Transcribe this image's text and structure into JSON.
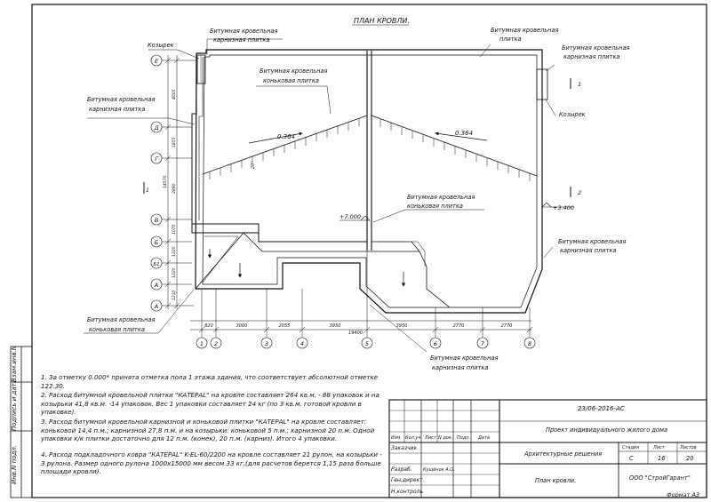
{
  "title": "ПЛАН КРОВЛИ.",
  "callouts": {
    "kozyrek_left": "Козырек",
    "kozyrek_right": "Козырек",
    "eaves_top_left": [
      "Битумная кровельная",
      "карнизная плитка"
    ],
    "eaves_left": [
      "Битумная кровельная",
      "карнизная плитка"
    ],
    "ridge_upper": [
      "Битумная кровельная",
      "коньковая  плитка"
    ],
    "top_right": [
      "Битумная кровельная",
      "плитка"
    ],
    "eaves_top_right": [
      "Битумная кровельная",
      "карнизная плитка"
    ],
    "ridge_middle": [
      "Битумная кровельная",
      "коньковая  плитка"
    ],
    "eaves_right": [
      "Битумная кровельная",
      "карнизная плитка"
    ],
    "ridge_bottom_left": [
      "Битумная кровельная",
      "коньковая  плитка"
    ],
    "eaves_bottom": [
      "Битумная кровельная",
      "карнизная плитка"
    ]
  },
  "slopes": {
    "left": "0.364",
    "right": "0.364"
  },
  "elevations": {
    "center": "+7.000",
    "right": "+3.400"
  },
  "section_marks": {
    "top_left": "1",
    "top_right": "1",
    "bottom_left": "2",
    "bottom_right": "2"
  },
  "angle_label": "20°",
  "row_axes": [
    "Е",
    "Д",
    "Г",
    "В",
    "Б",
    "Б1",
    "А",
    "А"
  ],
  "column_axes": [
    "1",
    "2",
    "3",
    "4",
    "5",
    "6",
    "7",
    "8"
  ],
  "vertical_dims": [
    "4005",
    "1855",
    "2890",
    "1075",
    "1220",
    "1220",
    "1235"
  ],
  "vertical_total": "14570",
  "horizontal_dims": [
    "820",
    "3000",
    "2055",
    "3950",
    "3950",
    "2770",
    "2770"
  ],
  "horizontal_total": "19400",
  "notes": [
    "1. За отметку 0.000* принята отметка пола 1 этажа здания, что соответствует абсолютной отметке 122.30.",
    "2. Расход битумной кровельной плитки \"КАТЕРАL\" на кровле составляет 264 кв.м. - 88 упаковок и на козырьки 41,8 кв.м. -14 упаковок. Вес 1 упаковки составляет  24 кг (по 3 кв.м. готовой кровли в упаковке).",
    "3. Расход битумной кровельной карнизной и коньковой плитки \"КАТЕРАL\" на кровле составляет: коньковой  14,4 п.м.; карнизной 27,8 п.м. и на козырьки: коньковой 5 п.м.; карнизной 20 п.м. Одной упаковки к/к плитки достаточно для 12 п.м. (конек), 20 п.м. (карниз). Итого 4 упаковки.",
    "4. Расход подкладочного ковра \"КАТЕРАL\" K-EL-60/2200 на кровле составляет 21 рулон, на козырьки - 3 рулона. Размер одного рулона 1000х15000 мм весом 33 кг.(для расчетов берется 1,15 раза больше площади кровли)."
  ],
  "side_stamp": [
    "Инв.N подл.",
    "Подпись и дата",
    "Взам.инв.N"
  ],
  "title_block": {
    "doc_code": "23/06-2016-АС",
    "project": "Проект индивидуального жилого дома",
    "stage_header": "Стадия",
    "sheet_header": "Лист",
    "sheets_header": "Листов",
    "section_name": "Архитектурные решения",
    "stage": "С",
    "sheet": "16",
    "sheets": "20",
    "drawing_name": "План кровли.",
    "company": "ООО \"СтройГарант\"",
    "revision_headers": [
      "Изм.",
      "Кол.уч.",
      "Лист",
      "N док.",
      "Подп.",
      "Дата"
    ],
    "roles": [
      "Заказчик",
      "Разраб.",
      "Ген.директ.",
      "",
      "Н.контроль"
    ],
    "developer_name": "Кущёнок А.О.",
    "format": "Формат А3"
  }
}
